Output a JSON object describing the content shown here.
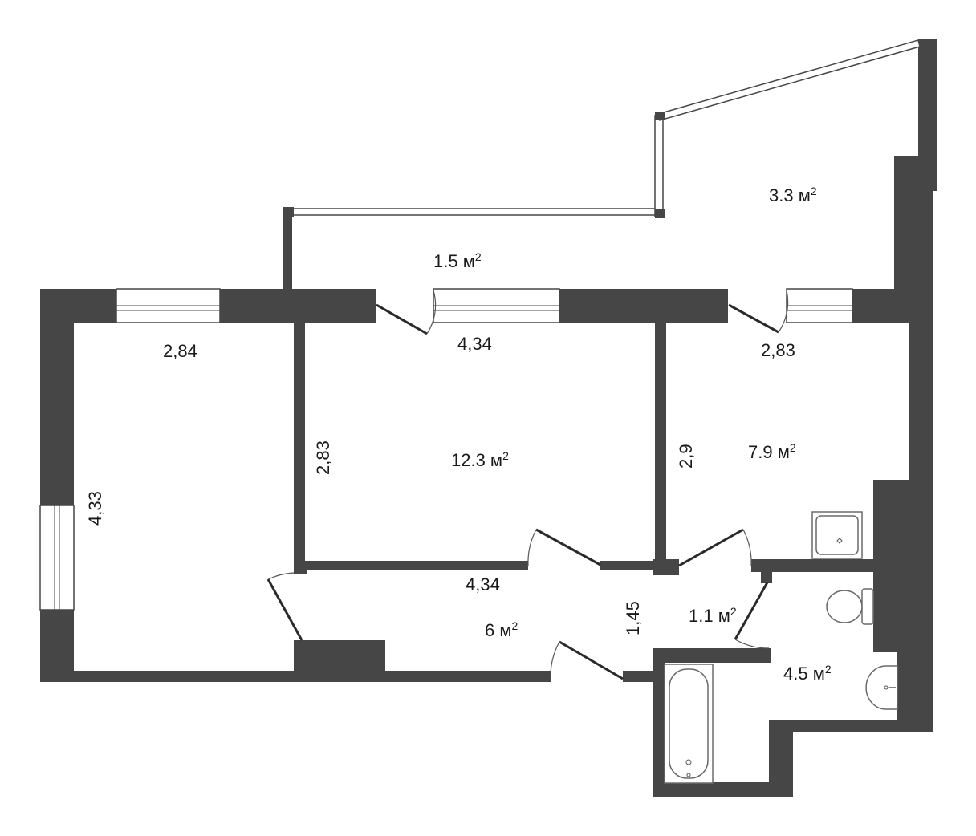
{
  "areas": {
    "balcony_right": "3.3 м",
    "balcony_left": "1.5 м",
    "room_middle": "12.3 м",
    "room_right": "7.9 м",
    "hall": "6 м",
    "corridor_small": "1.1 м",
    "bathroom": "4.5 м",
    "unit_superscript": "2"
  },
  "dimensions": {
    "left_room_top": "2,84",
    "left_room_side": "4,33",
    "middle_room_top": "4,34",
    "middle_room_side": "2,83",
    "right_room_top": "2,83",
    "right_room_side": "2,9",
    "hall_top": "4,34",
    "hall_side": "1,45"
  },
  "colors": {
    "wall": "#464646",
    "background": "#ffffff"
  }
}
